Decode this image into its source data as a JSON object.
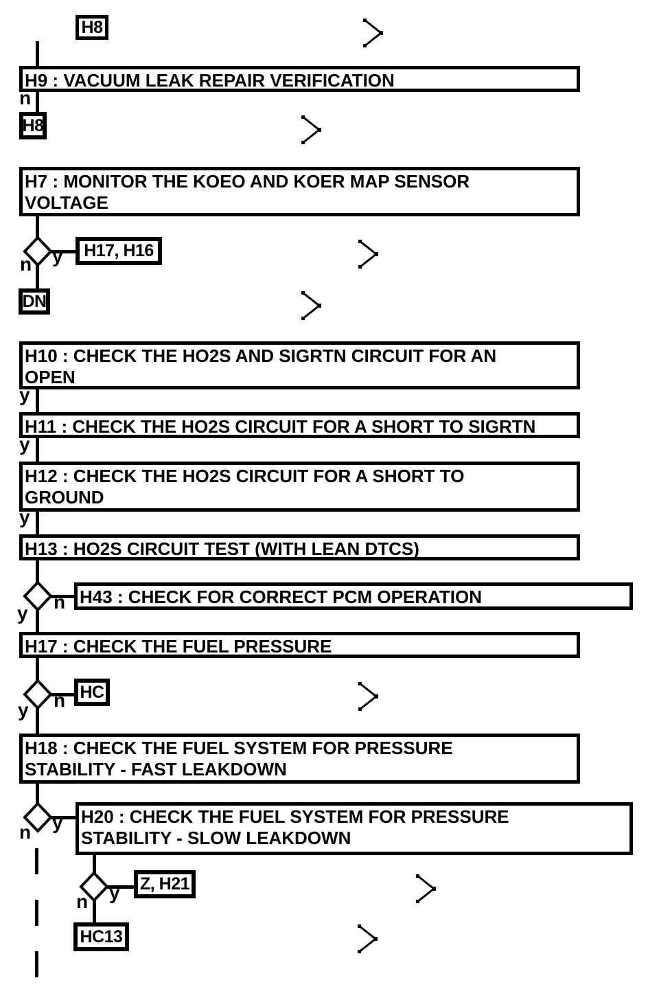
{
  "diagram": {
    "type": "flowchart",
    "colors": {
      "line": "#000000",
      "node_fill": "#ffffff",
      "text": "#000000"
    },
    "nodes": [
      {
        "id": "H8_top",
        "kind": "reference",
        "label": "H8"
      },
      {
        "id": "H9",
        "kind": "step",
        "label": "H9 : VACUUM LEAK REPAIR VERIFICATION"
      },
      {
        "id": "H8",
        "kind": "reference",
        "label": "H8"
      },
      {
        "id": "H7",
        "kind": "step",
        "label": "H7 : MONITOR THE KOEO AND KOER MAP SENSOR\nVOLTAGE"
      },
      {
        "id": "H17_H16",
        "kind": "reference",
        "label": "H17, H16"
      },
      {
        "id": "DN",
        "kind": "reference",
        "label": "DN"
      },
      {
        "id": "H10",
        "kind": "step",
        "label": "H10 : CHECK THE HO2S AND SIGRTN CIRCUIT FOR AN\nOPEN"
      },
      {
        "id": "H11",
        "kind": "step",
        "label": "H11 : CHECK THE HO2S CIRCUIT FOR A SHORT TO SIGRTN"
      },
      {
        "id": "H12",
        "kind": "step",
        "label": "H12 : CHECK THE HO2S CIRCUIT FOR A SHORT TO\nGROUND"
      },
      {
        "id": "H13",
        "kind": "step",
        "label": "H13 : HO2S CIRCUIT TEST (WITH LEAN DTCS)"
      },
      {
        "id": "H43",
        "kind": "step",
        "label": "H43 : CHECK FOR CORRECT PCM OPERATION"
      },
      {
        "id": "H17",
        "kind": "step",
        "label": "H17 : CHECK THE FUEL PRESSURE"
      },
      {
        "id": "HC",
        "kind": "reference",
        "label": "HC"
      },
      {
        "id": "H18",
        "kind": "step",
        "label": "H18 : CHECK THE FUEL SYSTEM FOR PRESSURE\nSTABILITY - FAST LEAKDOWN"
      },
      {
        "id": "H20",
        "kind": "step",
        "label": "H20 : CHECK THE FUEL SYSTEM FOR PRESSURE\nSTABILITY - SLOW LEAKDOWN"
      },
      {
        "id": "Z_H21",
        "kind": "reference",
        "label": "Z, H21"
      },
      {
        "id": "HC13",
        "kind": "reference",
        "label": "HC13"
      }
    ],
    "branch_labels": [
      "n",
      "n",
      "y",
      "y",
      "y",
      "y",
      "n",
      "y",
      "n",
      "y",
      "y",
      "n",
      "y",
      "n"
    ]
  }
}
